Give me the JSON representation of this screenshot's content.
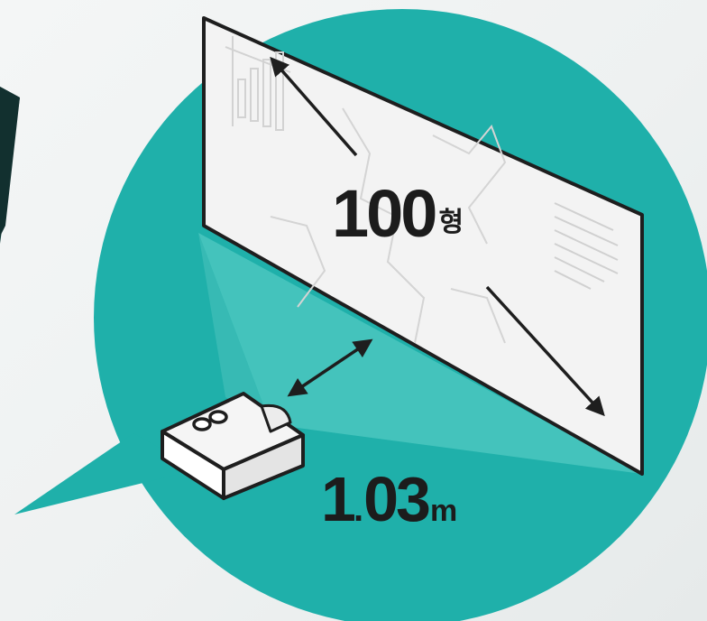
{
  "colors": {
    "background": "#f0f3f3",
    "bubble": "#1fb0aa",
    "beam": "#4cc8c1",
    "screen": "#f2f2f2",
    "outline": "#1e1e1e"
  },
  "icons": [
    "speech-bubble",
    "projector-icon",
    "screen-panel",
    "diagonal-arrow-icon",
    "distance-arrow-icon",
    "bar-chart-sketch-icon",
    "text-lines-sketch-icon"
  ],
  "screen_size": {
    "value": "100",
    "unit": "형"
  },
  "throw_distance": {
    "int": "1",
    "dot": ".",
    "decimal": "03",
    "unit": "m"
  }
}
